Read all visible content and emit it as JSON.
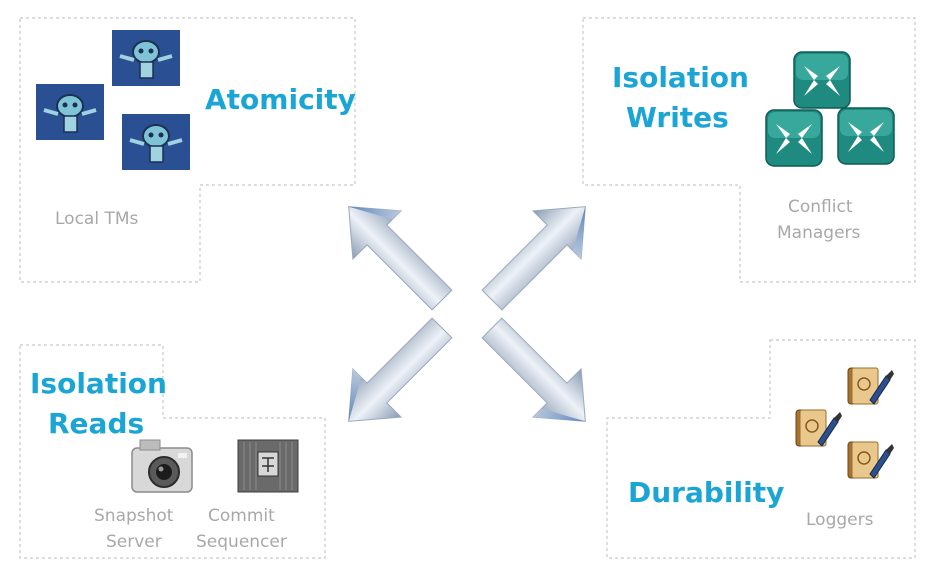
{
  "quadrants": {
    "top_left": {
      "title": "Atomicity",
      "caption": "Local TMs",
      "icon": "robot-icon"
    },
    "top_right": {
      "title_line1": "Isolation",
      "title_line2": "Writes",
      "caption_line1": "Conflict",
      "caption_line2": "Managers",
      "icon": "conflict-manager-icon"
    },
    "bottom_left": {
      "title_line1": "Isolation",
      "title_line2": "Reads",
      "snapshot_line1": "Snapshot",
      "snapshot_line2": "Server",
      "commit_line1": "Commit",
      "commit_line2": "Sequencer",
      "icons": [
        "camera-icon",
        "sequencer-icon"
      ]
    },
    "bottom_right": {
      "title": "Durability",
      "caption": "Loggers",
      "icon": "logger-book-icon"
    }
  },
  "colors": {
    "title": "#1aa5d4",
    "caption": "#a8a8a8",
    "border": "#c8c8c8",
    "arrow": "#b9c6d6"
  }
}
